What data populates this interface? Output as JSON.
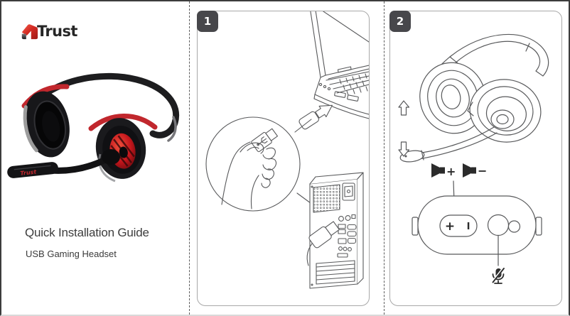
{
  "document": {
    "brand": "Trust",
    "title": "Quick Installation Guide",
    "subtitle": "USB Gaming Headset",
    "mic_print": "Trust"
  },
  "steps": {
    "one": {
      "badge": "1"
    },
    "two": {
      "badge": "2"
    }
  },
  "controls": {
    "volume_up_sign": "+",
    "volume_down_sign": "−",
    "rocker_plus": "+",
    "rocker_bar": "I"
  },
  "icons": {
    "logo_mark": "trust-logo-mark-icon",
    "step1": [
      "laptop-illustration",
      "hand-usb-plug-magnifier",
      "pc-tower-illustration",
      "usb-plug-arrow-icon"
    ],
    "step2": [
      "headset-line-illustration",
      "arrow-up-icon",
      "arrow-down-icon",
      "speaker-volume-up-icon",
      "speaker-volume-down-icon",
      "inline-remote-illustration",
      "mic-mute-icon"
    ]
  },
  "colors": {
    "brand_red": "#c1272d",
    "badge_background": "#47474b",
    "line_art_stroke": "#58595b",
    "panel_border": "#a8a8a8",
    "title_text": "#3d3d3d"
  }
}
